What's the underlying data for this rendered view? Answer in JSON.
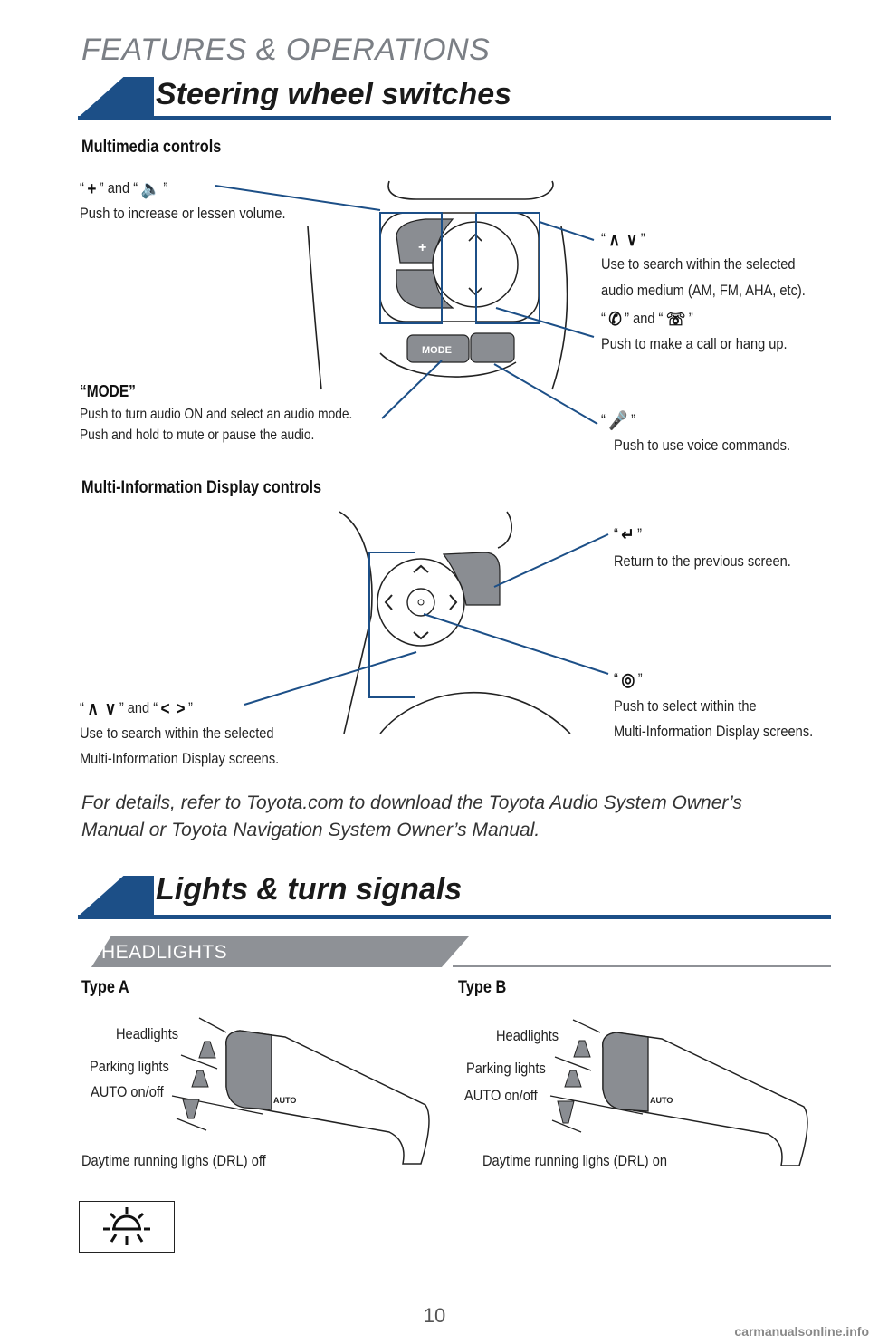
{
  "header": {
    "section": "FEATURES & OPERATIONS"
  },
  "steering": {
    "banner_title": "Steering wheel switches",
    "multimedia": {
      "heading": "Multimedia controls",
      "volume_label": "” and “",
      "volume_desc": "Push to increase or lessen volume.",
      "search_desc_1": "Use to search within the selected",
      "search_desc_2": "audio medium (AM, FM, AHA, etc).",
      "call_and": "” and “",
      "call_desc": "Push to make a call or hang up.",
      "mode_title": "“MODE”",
      "mode_desc_1": "Push to turn audio ON and select an audio mode.",
      "mode_desc_2": "Push and hold to mute or pause the audio.",
      "voice_desc": "Push to use voice commands.",
      "mode_button": "MODE"
    },
    "mid": {
      "heading": "Multi-Information Display controls",
      "back_desc": "Return to the previous screen.",
      "select_desc_1": "Push to select within the",
      "select_desc_2": "Multi-Information Display screens.",
      "arrows_and": "” and “",
      "arrows_desc_1": "Use to search within the selected",
      "arrows_desc_2": "Multi-Information Display screens."
    },
    "note": "For details, refer to Toyota.com to download the Toyota Audio System Owner’s Manual or Toyota Navigation System Owner’s Manual."
  },
  "lights": {
    "banner_title": "Lights & turn signals",
    "subheading": "HEADLIGHTS",
    "type_a": {
      "title": "Type A",
      "headlights": "Headlights",
      "parking": "Parking lights",
      "auto": "AUTO on/off",
      "drl": "Daytime running lighs (DRL) off"
    },
    "type_b": {
      "title": "Type B",
      "headlights": "Headlights",
      "parking": "Parking lights",
      "auto": "AUTO on/off",
      "drl": "Daytime running lighs (DRL) on"
    },
    "auto_mark": "AUTO"
  },
  "footer": {
    "page_number": "10",
    "watermark": "carmanualsonline.info"
  },
  "colors": {
    "accent": "#1c4f87",
    "gray_band": "#8e9196",
    "button_gray": "#8a8d92"
  }
}
